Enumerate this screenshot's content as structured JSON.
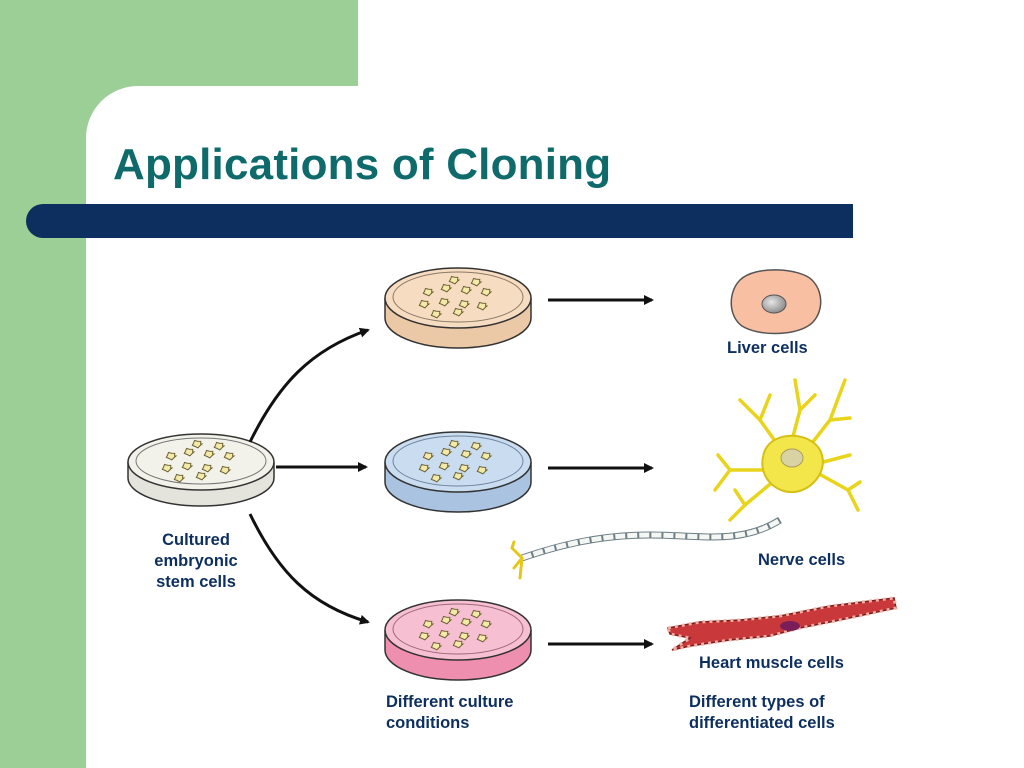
{
  "slide": {
    "title": "Applications of Cloning"
  },
  "colors": {
    "accent_green": "#9ccf96",
    "title_teal": "#0f6b6b",
    "navy": "#0d2f5f"
  },
  "diagram": {
    "source_label": [
      "Cultured",
      "embryonic",
      "stem cells"
    ],
    "conditions_label": [
      "Different culture",
      "conditions"
    ],
    "outcomes_label": [
      "Different types of",
      "differentiated cells"
    ],
    "cell_types": [
      "Liver cells",
      "Nerve cells",
      "Heart muscle cells"
    ],
    "dish_colors": [
      "#f6dcc0",
      "#c9dcf0",
      "#f7bfd2"
    ],
    "source_dish_color": "#f2f2ea"
  }
}
